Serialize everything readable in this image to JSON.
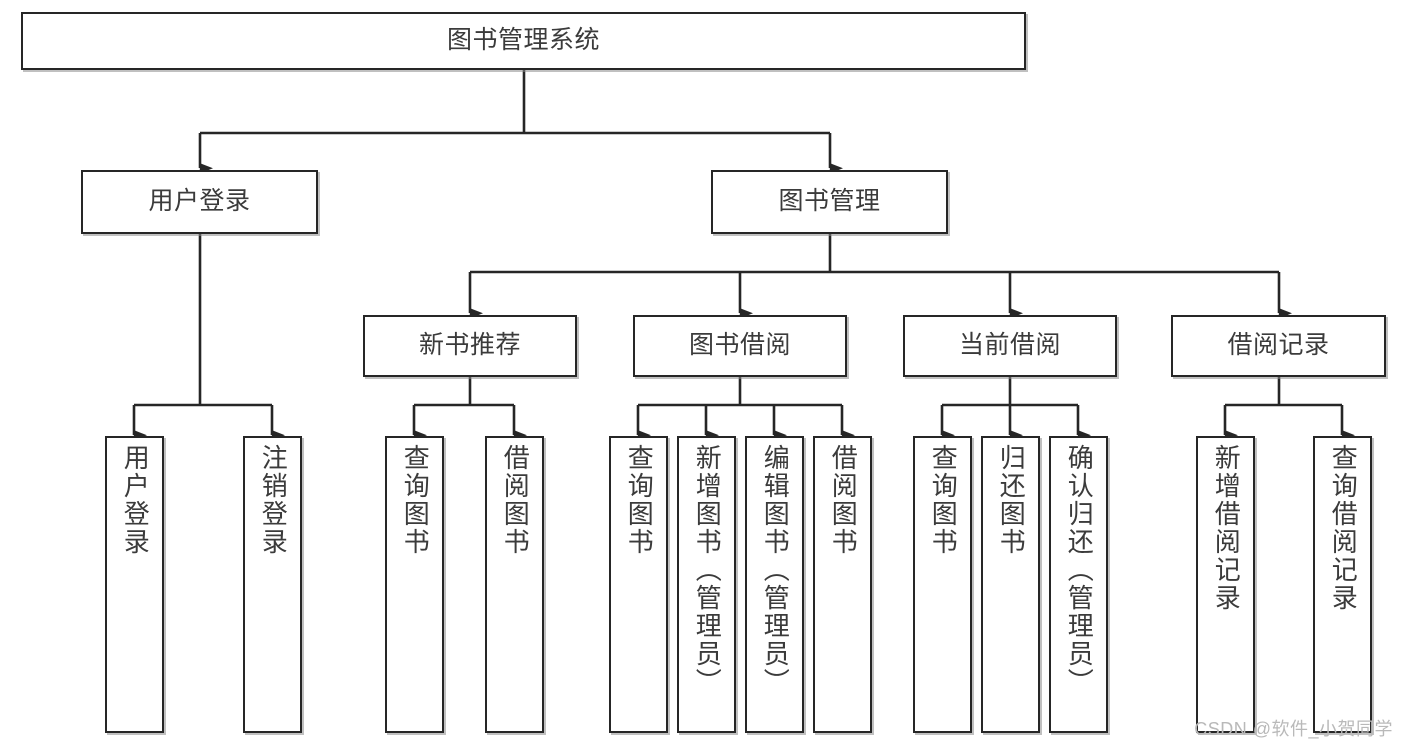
{
  "diagram": {
    "title": "图书管理系统",
    "watermark": "CSDN @软件_小贺同学",
    "line_color": "#262626",
    "text_color": "#3b3b3b",
    "background": "#ffffff",
    "root": {
      "label": "图书管理系统"
    },
    "level2": [
      {
        "label": "用户登录"
      },
      {
        "label": "图书管理"
      }
    ],
    "level3": [
      {
        "label": "新书推荐"
      },
      {
        "label": "图书借阅"
      },
      {
        "label": "当前借阅"
      },
      {
        "label": "借阅记录"
      }
    ],
    "leaves": {
      "user_login": [
        {
          "label": "用户登录"
        },
        {
          "label": "注销登录"
        }
      ],
      "new_book_recommend": [
        {
          "label": "查询图书"
        },
        {
          "label": "借阅图书"
        }
      ],
      "book_borrow": [
        {
          "label": "查询图书"
        },
        {
          "label": "新增图书（管理员）"
        },
        {
          "label": "编辑图书（管理员）"
        },
        {
          "label": "借阅图书"
        }
      ],
      "current_borrow": [
        {
          "label": "查询图书"
        },
        {
          "label": "归还图书"
        },
        {
          "label": "确认归还（管理员）"
        }
      ],
      "borrow_record": [
        {
          "label": "新增借阅记录"
        },
        {
          "label": "查询借阅记录"
        }
      ]
    }
  }
}
